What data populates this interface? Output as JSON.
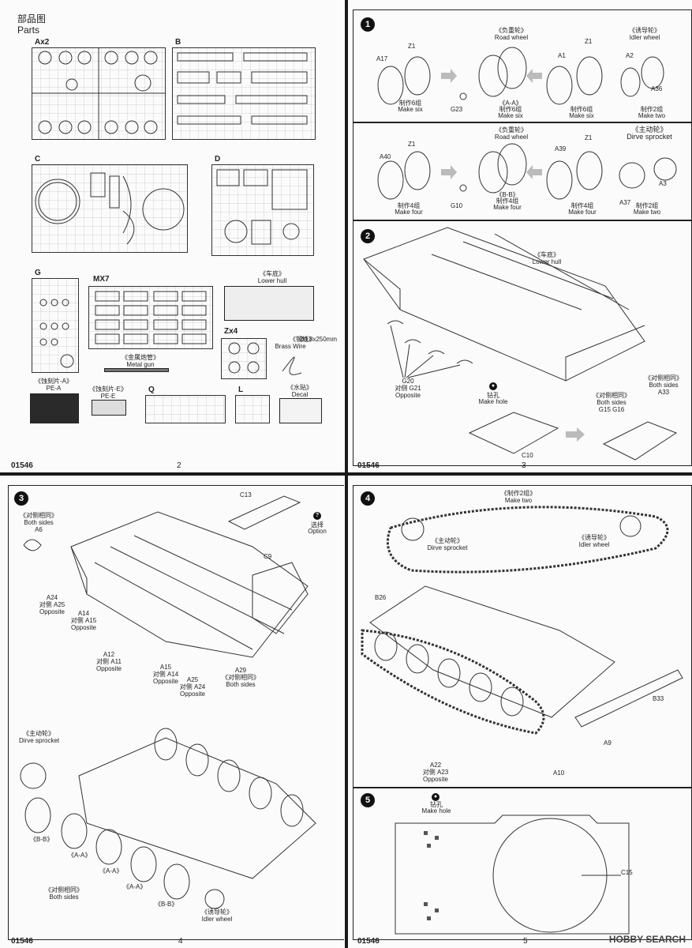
{
  "page2": {
    "title_cn": "部品图",
    "title_en": "Parts",
    "sprues": {
      "a": "Ax2",
      "b": "B",
      "c": "C",
      "d": "D",
      "g": "G",
      "mx": "MX7",
      "zx": "Zx4",
      "q": "Q",
      "l": "L"
    },
    "lower_hull_cn": "《车底》",
    "lower_hull": "Lower hull",
    "brass_cn": "《铜线》",
    "brass_spec": "Ø0.8x250mm",
    "brass": "Brass Wire",
    "gun_cn": "《金属炮管》",
    "gun": "Metal gun",
    "pea_cn": "《蚀刻片-A》",
    "pea": "PE-A",
    "pee_cn": "《蚀刻片-E》",
    "pee": "PE-E",
    "decal_cn": "《水贴》",
    "decal": "Decal",
    "code": "01546",
    "page_no": "2"
  },
  "page3": {
    "steps": {
      "s1": "1",
      "s2": "2"
    },
    "road_cn": "《负重轮》",
    "road": "Road wheel",
    "road2_cn": "《负重轮》",
    "road2": "Road  wheel",
    "idler_cn": "《诱导轮》",
    "idler": "Idler wheel",
    "drive_cn": "《主动轮》",
    "drive": "Dirve sprocket",
    "a17": "A17",
    "z1a": "Z1",
    "z1b": "Z1",
    "z1c": "Z1",
    "z1d": "Z1",
    "g23": "G23",
    "aa": "《A-A》",
    "a1": "A1",
    "a2": "A2",
    "a36": "A36",
    "a40": "A40",
    "g10": "G10",
    "bb": "《B-B》",
    "a39": "A39",
    "a37": "A37",
    "a3": "A3",
    "six_cn_1": "制作6组",
    "six_1": "Make six",
    "six_cn_2": "制作6组",
    "six_2": "Make six",
    "six_cn_3": "制作6组",
    "six_3": "Make six",
    "two_cn_1": "制作2组",
    "two_1": "Make two",
    "four_cn_1": "制作4组",
    "four_1": "Make four",
    "four_cn_2": "制作4组",
    "four_2": "Make four",
    "four_cn_3": "制作4组",
    "four_3": "Make four",
    "two_cn_2": "制作2组",
    "two_2": "Make two",
    "hull_cn": "《车底》",
    "hull": "Lower hull",
    "g20": "G20",
    "g21": "对侧 G21",
    "opp": "Opposite",
    "drill_cn": "钻孔",
    "drill": "Make hole",
    "c10": "C10",
    "sides_cn": "《对侧相同》",
    "sides": "Both sides",
    "g15": "G15  G16",
    "sides2_cn": "《对侧相同》",
    "sides2": "Both sides",
    "a33": "A33",
    "code": "01546",
    "page_no": "3"
  },
  "page4": {
    "step": "3",
    "c13": "C13",
    "c9": "C9",
    "opt_cn": "选择",
    "opt": "Option",
    "bs_cn": "《对侧相同》",
    "bs": "Both sides",
    "a6": "A6",
    "a24": "A24",
    "a25": "对侧 A25",
    "opp1": "Opposite",
    "a14": "A14",
    "a15": "对侧 A15",
    "opp2": "Opposite",
    "a12": "A12",
    "a11": "对侧 A11",
    "opp3": "Opposite",
    "a15b": "A15",
    "a14b": "对侧 A14",
    "opp4": "Opposite",
    "a25b": "A25",
    "a24b": "对侧 A24",
    "opp5": "Opposite",
    "a29": "A29",
    "a29cn": "《对侧相同》",
    "a29bs": "Both sides",
    "drive_cn": "《主动轮》",
    "drive": "Dirve sprocket",
    "bb1": "《B-B》",
    "aa1": "《A-A》",
    "aa2": "《A-A》",
    "aa3": "《A-A》",
    "bb2": "《B-B》",
    "bs2_cn": "《对侧相同》",
    "bs2": "Both sides",
    "idler_cn": "《诱导轮》",
    "idler": "Idler wheel",
    "code": "01546",
    "page_no": "4"
  },
  "page5": {
    "step4": "4",
    "step5": "5",
    "two_cn": "《制作2组》",
    "two": "Make two",
    "drive_cn": "《主动轮》",
    "drive": "Dirve sprocket",
    "idler_cn": "《诱导轮》",
    "idler": "Idler wheel",
    "b26": "B26",
    "b33": "B33",
    "a9": "A9",
    "a10": "A10",
    "a22": "A22",
    "a23": "对侧 A23",
    "opp": "Opposite",
    "drill_cn": "钻孔",
    "drill": "Make hole",
    "c15": "C15",
    "code": "01546",
    "page_no": "5",
    "watermark": "HOBBY SEARCH"
  }
}
